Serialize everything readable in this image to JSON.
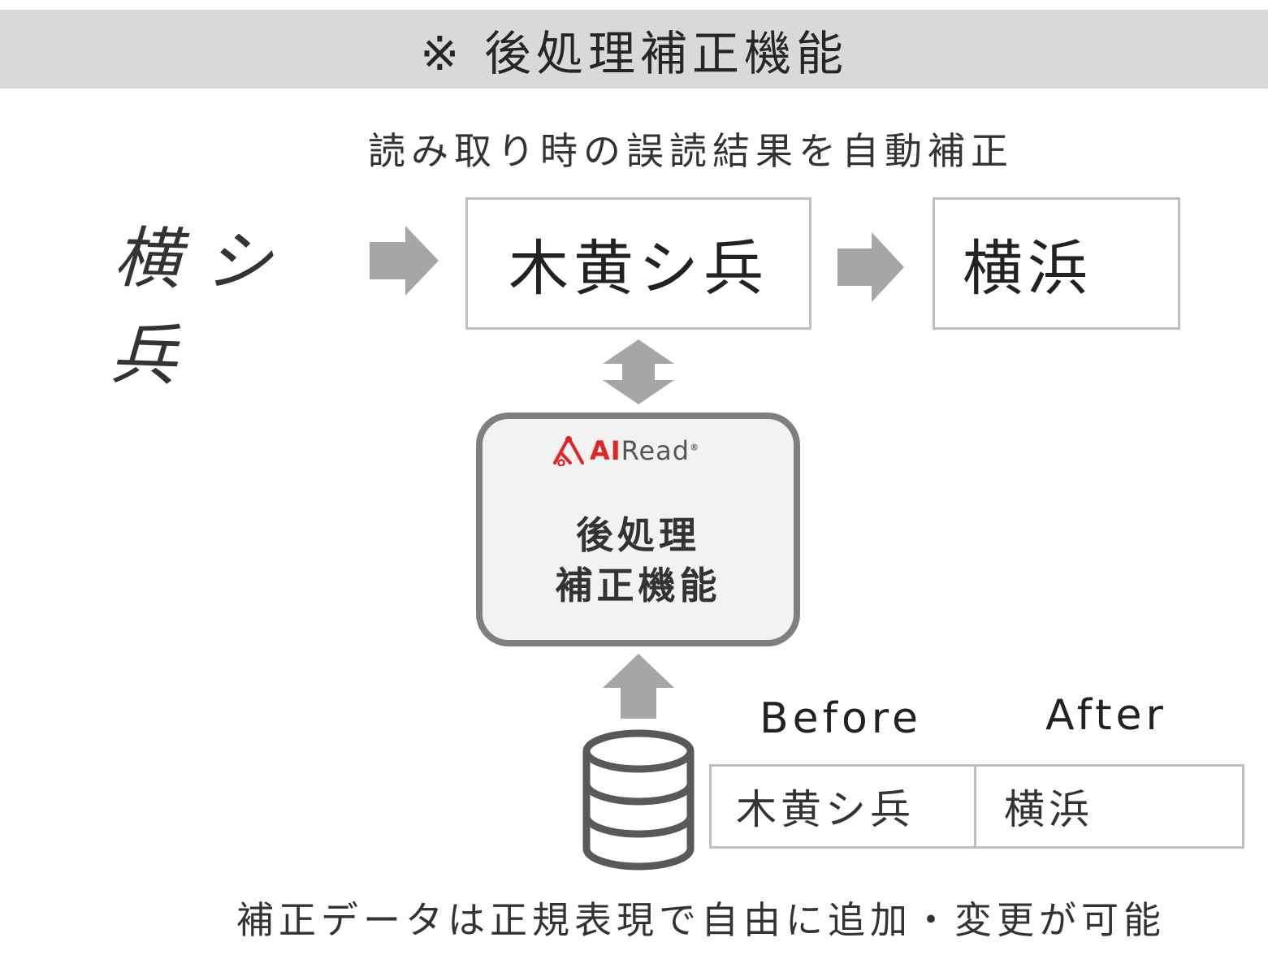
{
  "banner": {
    "title": "※ 後処理補正機能"
  },
  "subtitle": "読み取り時の誤読結果を自動補正",
  "handwritten": "横 シ兵",
  "misread_box": "木黄シ兵",
  "corrected_box": "横浜",
  "engine": {
    "logo_ai": "AI",
    "logo_read": "Read",
    "logo_reg": "®",
    "title_line1": "後処理",
    "title_line2": "補正機能"
  },
  "table": {
    "before_header": "Before",
    "after_header": "After",
    "before_value": "木黄シ兵",
    "after_value": "横浜"
  },
  "footer": "補正データは正規表現で自由に追加・変更が可能",
  "colors": {
    "arrow": "#a6a6a6",
    "border": "#bfbfbf",
    "engine_border": "#7f7f7f",
    "logo_red": "#e02424"
  }
}
